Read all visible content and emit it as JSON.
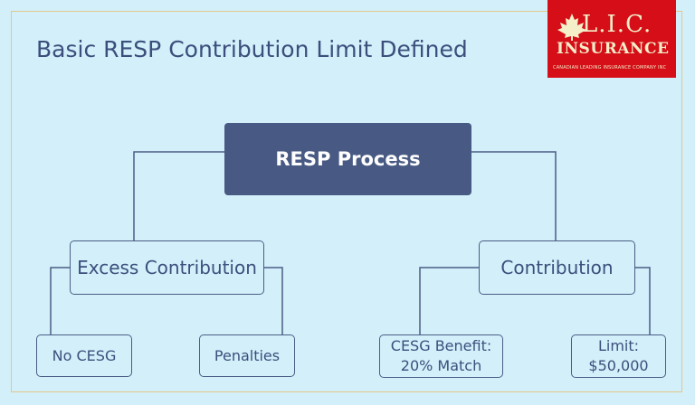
{
  "title": "Basic RESP Contribution Limit Defined",
  "logo": {
    "name": "L.I.C.",
    "word": "INSURANCE",
    "tagline": "CANADIAN LEADING INSURANCE COMPANY INC",
    "bg": "#d50e18",
    "fg": "#f4eec9"
  },
  "colors": {
    "background": "#d2effa",
    "node_fill_root": "#485a83",
    "line": "#4c5d85",
    "text": "#3c4f7c"
  },
  "nodes": {
    "root": {
      "label": "RESP Process"
    },
    "excess": {
      "label": "Excess Contribution"
    },
    "contribution": {
      "label": "Contribution"
    },
    "no_cesg": {
      "label": "No CESG"
    },
    "penalties": {
      "label": "Penalties"
    },
    "cesg_benefit": {
      "line1": "CESG Benefit:",
      "line2": "20% Match"
    },
    "limit": {
      "line1": "Limit:",
      "line2": "$50,000"
    }
  },
  "edges": [
    [
      "root",
      "excess"
    ],
    [
      "root",
      "contribution"
    ],
    [
      "excess",
      "no_cesg"
    ],
    [
      "excess",
      "penalties"
    ],
    [
      "contribution",
      "cesg_benefit"
    ],
    [
      "contribution",
      "limit"
    ]
  ]
}
